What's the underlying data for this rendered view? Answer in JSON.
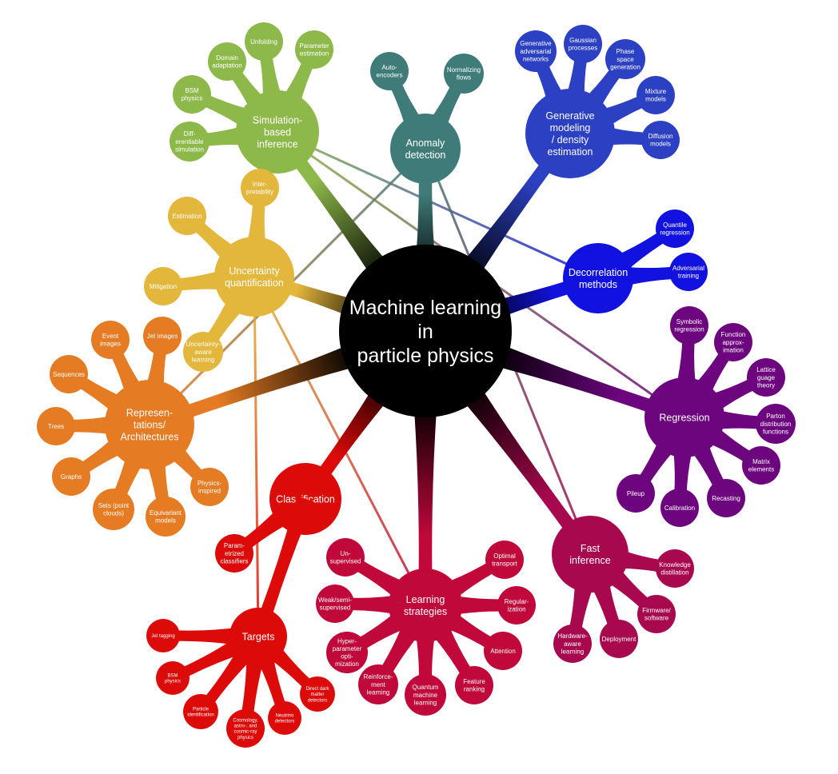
{
  "center": {
    "lines": [
      "Machine learning",
      "in",
      "particle physics"
    ],
    "color": "#000000"
  },
  "hubs": [
    {
      "id": "sim",
      "lines": [
        "Simulation-",
        "based",
        "inference"
      ],
      "color": "#8db84a",
      "leaves": [
        {
          "id": "unfolding",
          "lines": [
            "Unfolding"
          ]
        },
        {
          "id": "parameter-estimation",
          "lines": [
            "Parameter",
            "estimation"
          ]
        },
        {
          "id": "domain-adaptation",
          "lines": [
            "Domain",
            "adaptation"
          ]
        },
        {
          "id": "bsm-physics-sim",
          "lines": [
            "BSM",
            "physics"
          ]
        },
        {
          "id": "differentiable-simulation",
          "lines": [
            "Diff-",
            "erentiable",
            "simulation"
          ]
        }
      ]
    },
    {
      "id": "anomaly",
      "lines": [
        "Anomaly",
        "detection"
      ],
      "color": "#3f7b78",
      "leaves": [
        {
          "id": "autoencoders",
          "lines": [
            "Auto-",
            "encoders"
          ]
        },
        {
          "id": "normalizing-flows",
          "lines": [
            "Normalizing",
            "flows"
          ]
        }
      ]
    },
    {
      "id": "generative",
      "lines": [
        "Generative",
        "modeling",
        "/ density",
        "estimation"
      ],
      "color": "#2b40c2",
      "leaves": [
        {
          "id": "gan",
          "lines": [
            "Generative",
            "adversarial",
            "networks"
          ]
        },
        {
          "id": "gaussian-processes",
          "lines": [
            "Gaussian",
            "processes"
          ]
        },
        {
          "id": "phase-space-generation",
          "lines": [
            "Phase",
            "space",
            "generation"
          ]
        },
        {
          "id": "mixture-models",
          "lines": [
            "Mixture",
            "models"
          ]
        },
        {
          "id": "diffusion-models",
          "lines": [
            "Diffusion",
            "models"
          ]
        }
      ]
    },
    {
      "id": "decorrelation",
      "lines": [
        "Decorrelation",
        "methods"
      ],
      "color": "#1212e0",
      "leaves": [
        {
          "id": "quantile-regression",
          "lines": [
            "Quantile",
            "regression"
          ]
        },
        {
          "id": "adversarial-training",
          "lines": [
            "Adversarial",
            "training"
          ]
        }
      ]
    },
    {
      "id": "regression",
      "lines": [
        "Regression"
      ],
      "color": "#6c057e",
      "leaves": [
        {
          "id": "symbolic-regression",
          "lines": [
            "Symbolic",
            "regression"
          ]
        },
        {
          "id": "function-approximation",
          "lines": [
            "Function",
            "approx-",
            "imation"
          ]
        },
        {
          "id": "lattice-guage-theory",
          "lines": [
            "Lattice",
            "guage",
            "theory"
          ]
        },
        {
          "id": "parton-distribution-functions",
          "lines": [
            "Parton",
            "distribution",
            "functions"
          ]
        },
        {
          "id": "matrix-elements",
          "lines": [
            "Matrix",
            "elements"
          ]
        },
        {
          "id": "recasting",
          "lines": [
            "Recasting"
          ]
        },
        {
          "id": "calibration",
          "lines": [
            "Calibration"
          ]
        },
        {
          "id": "pileup",
          "lines": [
            "Pileup"
          ]
        }
      ]
    },
    {
      "id": "fast",
      "lines": [
        "Fast",
        "inference"
      ],
      "color": "#a8084e",
      "leaves": [
        {
          "id": "knowledge-distillation",
          "lines": [
            "Knowledge",
            "distillation"
          ]
        },
        {
          "id": "firmware-software",
          "lines": [
            "Firmware/",
            "software"
          ]
        },
        {
          "id": "deployment",
          "lines": [
            "Deployment"
          ]
        },
        {
          "id": "hardware-aware-learning",
          "lines": [
            "Hardware-",
            "aware",
            "learning"
          ]
        }
      ]
    },
    {
      "id": "learning",
      "lines": [
        "Learning",
        "strategies"
      ],
      "color": "#c0083a",
      "leaves": [
        {
          "id": "unsupervised",
          "lines": [
            "Un-",
            "supervised"
          ]
        },
        {
          "id": "optimal-transport",
          "lines": [
            "Optimal",
            "transport"
          ]
        },
        {
          "id": "weak-semi-supervised",
          "lines": [
            "Weak/semi-",
            "supervised"
          ]
        },
        {
          "id": "regularization",
          "lines": [
            "Regular-",
            "ization"
          ]
        },
        {
          "id": "hyperparameter-optimization",
          "lines": [
            "Hyper-",
            "parameter",
            "opti-",
            "mization"
          ]
        },
        {
          "id": "attention",
          "lines": [
            "Attention"
          ]
        },
        {
          "id": "reinforcement-learning",
          "lines": [
            "Reinforce-",
            "ment",
            "learning"
          ]
        },
        {
          "id": "quantum-machine-learning",
          "lines": [
            "Quantum",
            "machine",
            "learning"
          ]
        },
        {
          "id": "feature-ranking",
          "lines": [
            "Feature",
            "ranking"
          ]
        }
      ]
    },
    {
      "id": "classification",
      "lines": [
        "Classification"
      ],
      "color": "#dd0a0a",
      "leaves": [
        {
          "id": "parametrized-classifiers",
          "lines": [
            "Param-",
            "etrized",
            "classifiers"
          ]
        }
      ]
    },
    {
      "id": "targets",
      "lines": [
        "Targets"
      ],
      "color": "#dd0a0a",
      "leaves": [
        {
          "id": "jet-tagging",
          "lines": [
            "Jet tagging"
          ]
        },
        {
          "id": "bsm-physics-targets",
          "lines": [
            "BSM",
            "physics"
          ]
        },
        {
          "id": "particle-identification",
          "lines": [
            "Particle",
            "identification"
          ]
        },
        {
          "id": "cosmology-astro-physics",
          "lines": [
            "Cosmology,",
            "astro-, and",
            "cosmic-ray",
            "physics"
          ]
        },
        {
          "id": "neutrino-detectors",
          "lines": [
            "Neutrino",
            "detectors"
          ]
        },
        {
          "id": "direct-dark-matter-detectors",
          "lines": [
            "Direct dark",
            "matter",
            "detectors"
          ]
        }
      ]
    },
    {
      "id": "representations",
      "lines": [
        "Represen-",
        "tations/",
        "Architectures"
      ],
      "color": "#e57b22",
      "leaves": [
        {
          "id": "event-images",
          "lines": [
            "Event",
            "images"
          ]
        },
        {
          "id": "jet-images",
          "lines": [
            "Jet images"
          ]
        },
        {
          "id": "sequences",
          "lines": [
            "Sequences"
          ]
        },
        {
          "id": "trees",
          "lines": [
            "Trees"
          ]
        },
        {
          "id": "graphs",
          "lines": [
            "Graphs"
          ]
        },
        {
          "id": "sets-point-clouds",
          "lines": [
            "Sets (point",
            "clouds)"
          ]
        },
        {
          "id": "equivariant-models",
          "lines": [
            "Equivariant",
            "models"
          ]
        },
        {
          "id": "physics-inspired",
          "lines": [
            "Physics-",
            "inspired"
          ]
        }
      ]
    },
    {
      "id": "uncertainty",
      "lines": [
        "Uncertainty",
        "quantification"
      ],
      "color": "#e3b63c",
      "leaves": [
        {
          "id": "interpretability",
          "lines": [
            "Inter-",
            "pretability"
          ]
        },
        {
          "id": "estimation",
          "lines": [
            "Estimation"
          ]
        },
        {
          "id": "mitigation",
          "lines": [
            "Mitigation"
          ]
        },
        {
          "id": "uncertainty-aware-learning",
          "lines": [
            "Uncertainty-",
            "aware",
            "learning"
          ]
        }
      ]
    }
  ]
}
